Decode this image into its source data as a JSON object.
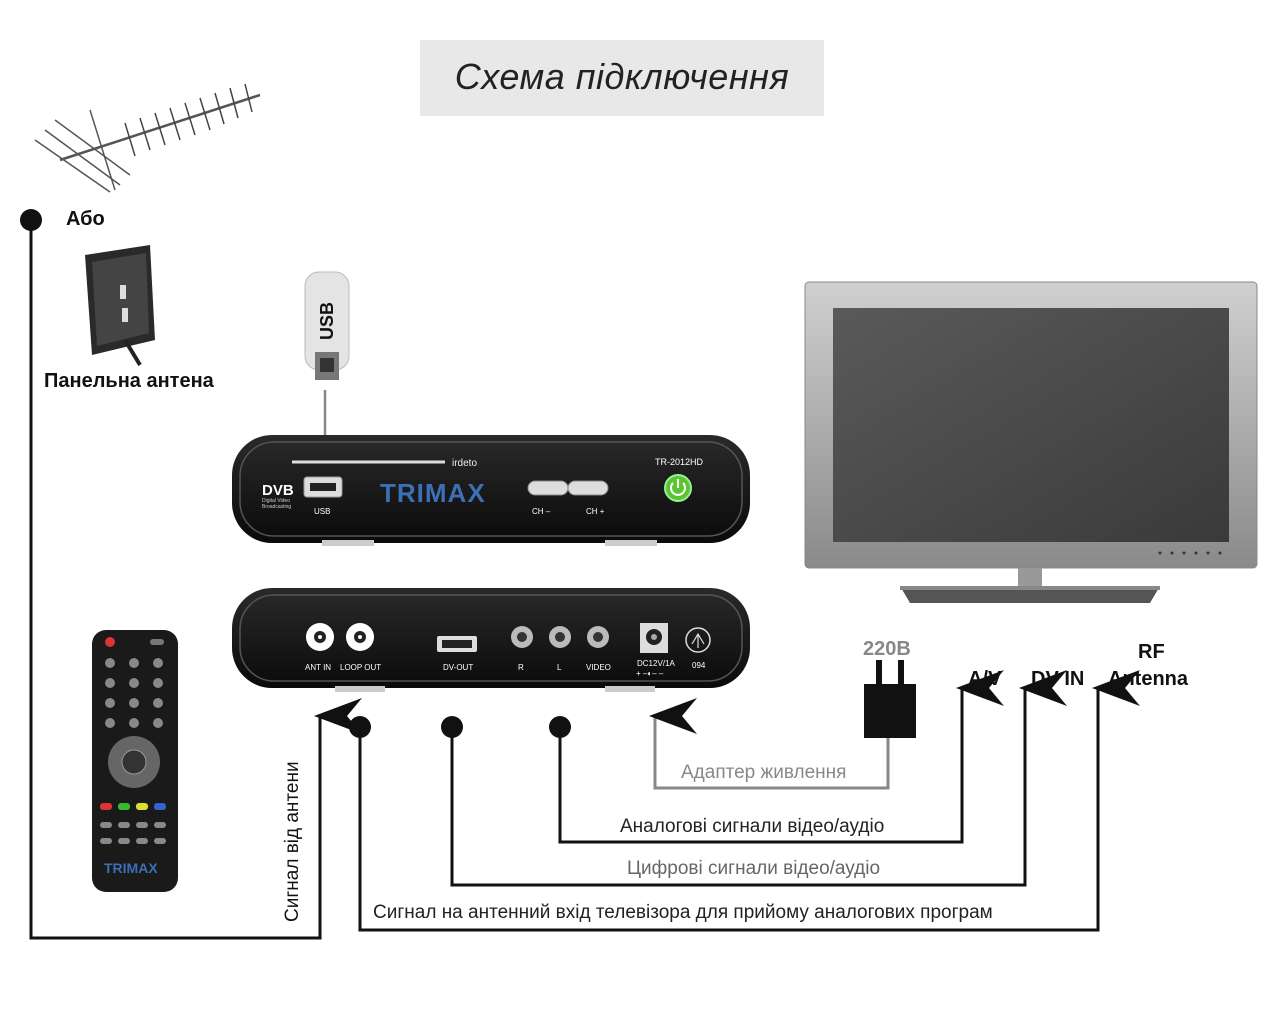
{
  "title": "Схема підключення",
  "labels": {
    "abo": "Або",
    "panel_antenna": "Панельна антена",
    "usb_stick": "USB",
    "power_220": "220В",
    "av": "A/V",
    "dv_in": "DV IN",
    "rf": "RF",
    "antenna": "Antenna",
    "signal_from_antenna": "Сигнал від антени",
    "power_adapter": "Адаптер живлення",
    "analog_signals": "Аналогові сигнали відео/аудіо",
    "digital_signals": "Цифрові сигнали відео/аудіо",
    "tv_antenna_input": "Сигнал на антенний вхід телевізора для прийому аналогових програм"
  },
  "front_panel": {
    "dvb_logo": "DVB",
    "dvb_sub1": "Digital Video",
    "dvb_sub2": "Broadcasting",
    "usb_port": "USB",
    "irdeto": "irdeto",
    "brand": "TRIMAX",
    "model": "TR-2012HD",
    "ch_minus": "CH –",
    "ch_plus": "CH +"
  },
  "rear_panel": {
    "ant_in": "ANT IN",
    "loop_out": "LOOP OUT",
    "dv_out": "DV-OUT",
    "r": "R",
    "l": "L",
    "video": "VIDEO",
    "dc": "DC12V/1A",
    "dc_polarity": "+ –◐– –",
    "cert": "094"
  },
  "remote": {
    "brand": "TRIMAX"
  },
  "colors": {
    "device_body": "#141414",
    "brand_blue": "#3d6fb5",
    "power_green": "#5cc430",
    "line_black": "#111111",
    "line_gray": "#888888",
    "red_key": "#d33",
    "green_key": "#3b3",
    "yellow_key": "#dd3",
    "blue_key": "#36c"
  }
}
